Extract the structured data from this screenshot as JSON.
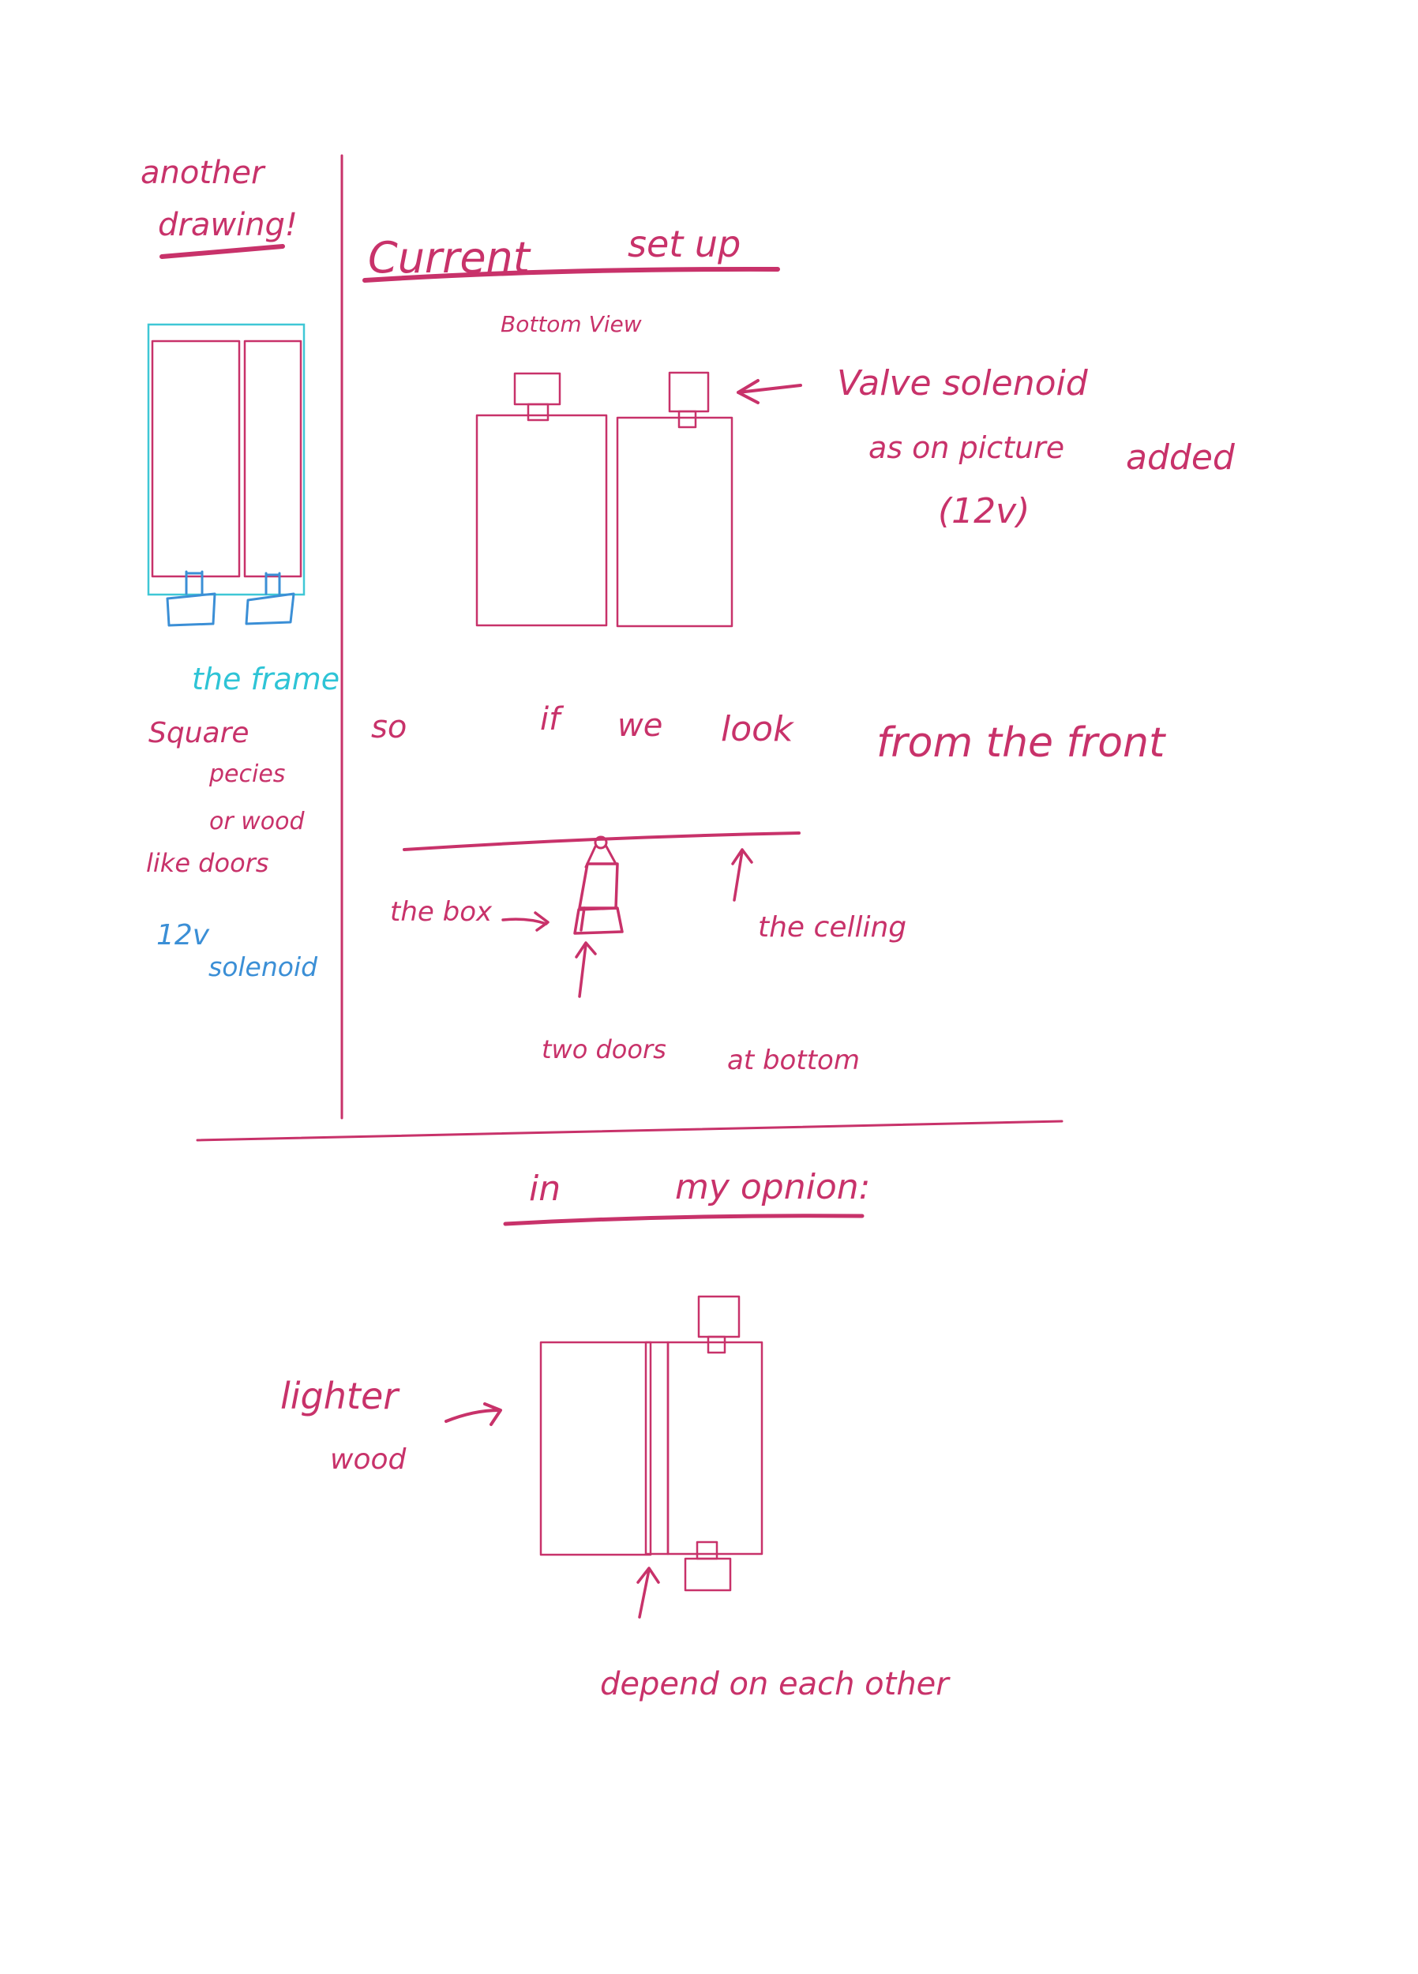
{
  "colors": {
    "ink_pink": "#c8326a",
    "ink_cyan": "#2ec4d6",
    "ink_blue": "#3b8fd6",
    "paper": "#ffffff"
  },
  "left_notes": {
    "heading_line1": "another",
    "heading_line2": "drawing!",
    "frame_label": "the frame",
    "square_line1": "Square",
    "square_line2": "pecies",
    "square_line3": "or wood",
    "square_line4": "like doors",
    "solenoid_line1": "12v",
    "solenoid_line2": "solenoid"
  },
  "current_setup": {
    "title_part1": "Current",
    "title_part2": "set up",
    "bottom_view": "Bottom View",
    "valve_line1": "Valve solenoid",
    "valve_line2": "as on picture",
    "valve_line3": "(12v)",
    "added": "added",
    "front_word1": "so",
    "front_word2": "if",
    "front_word3": "we",
    "front_word4": "look",
    "front_word5": "from the front",
    "the_box": "the box",
    "the_ceiling": "the celling",
    "two_doors": "two doors",
    "at_bottom": "at bottom"
  },
  "opinion": {
    "title_part1": "in",
    "title_part2": "my opnion:",
    "lighter_line1": "lighter",
    "lighter_line2": "wood",
    "depend": "depend on each other"
  }
}
